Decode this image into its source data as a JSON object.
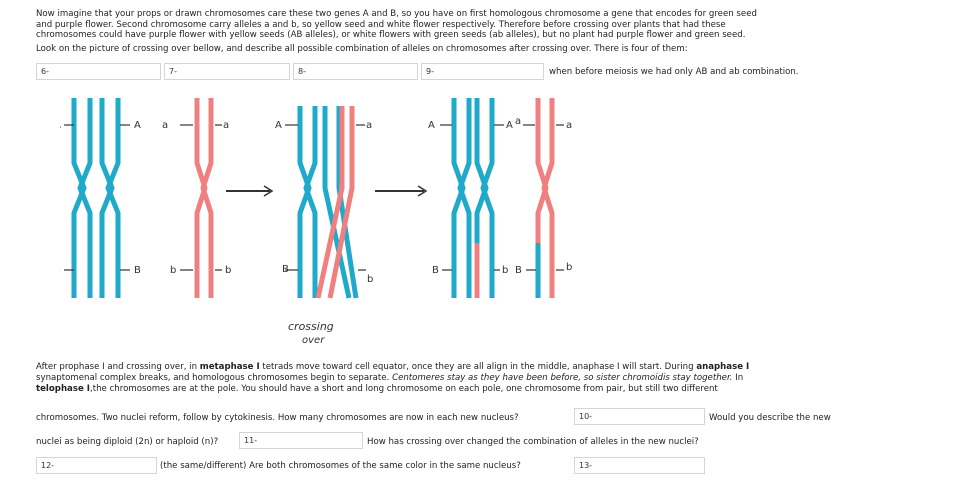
{
  "intro": {
    "line1": "Now imagine that your props or drawn chromosomes care these two genes A and B, so you have on first homologous chromosome a gene that encodes for green seed",
    "line2": "and purple flower. Second chromosome carry alleles a and b, so yellow seed and white flower respectively.  Therefore before crossing over plants that had these",
    "line3": "chromosomes could have purple flower with yellow seeds (AB alleles), or white flowers with green seeds (ab alleles), but no plant had purple flower and green seed.",
    "line4": "Look on the picture of crossing over bellow, and describe all possible combination of alleles on chromosomes after crossing over. There is four of them:"
  },
  "fields": {
    "f6": "6-",
    "f7": "7-",
    "f8": "8-",
    "f9": "9-",
    "f10": "10-",
    "f11": "11-",
    "f12": "12-",
    "f13": "13-"
  },
  "row1_suffix": "when before meiosis we had only AB and ab combination.",
  "figure": {
    "colors": {
      "blue": "#1fa9cb",
      "pink": "#f08080",
      "arrow": "#333333"
    },
    "labels": {
      "A": "A",
      "a": "a",
      "B": "B",
      "b": "b",
      "crossing": "crossing",
      "over": "over"
    }
  },
  "body": {
    "l1_a": "After prophase I and crossing over, in ",
    "l1_b": "metaphase I",
    "l1_c": " tetrads move toward cell equator, once they are all align in the middle, anaphase I will start. During ",
    "l1_d": "anaphase I",
    "l2_a": "synaptomenal complex breaks, and homologous chromosomes begin to separate.  ",
    "l2_b": "Centomeres stay as they have been before, so sister chromoidis stay together.",
    "l2_c": " In",
    "l3_a": "telophase I",
    "l3_b": ",the chromosomes are at the pole. You should have a short and long chromosome on each pole, one chromosome from pair, but still two different",
    "l4": "chromosomes. Two nuclei reform, follow by cytokinesis. How many chromosomes are now in each new nucleus?",
    "l4_after": "Would you describe the new",
    "l5": "nuclei as being diploid (2n) or haploid (n)?",
    "l5_after": "How has crossing over changed the combination of alleles in the new nuclei?",
    "l6": "(the same/different) Are both chromosomes of the same color in the same nucleus?"
  }
}
